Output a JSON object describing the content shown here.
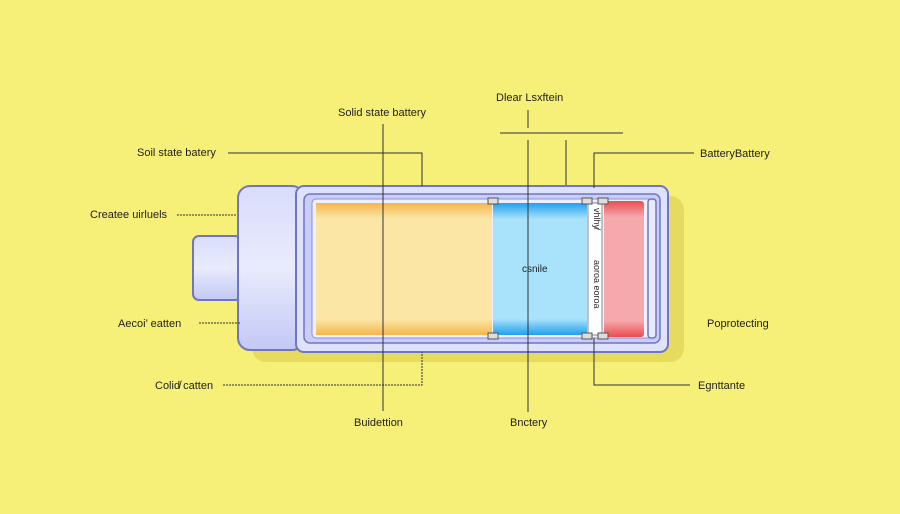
{
  "background_color": "#f6ef78",
  "labels": {
    "top_center": "Solid state battery",
    "top_right": "Dlear Lsxftein",
    "left_1": "Soil state batery",
    "left_2": "Createe uirluels",
    "left_3": "Aecoi’ eatten",
    "left_4": "Colid̸ catten",
    "right_1": "BatteryBattery",
    "right_2": "Poprotecting",
    "right_3": "Egnttante",
    "bottom_1": "Buidettion",
    "bottom_2": "Bnctery",
    "center": "csnile",
    "separator_vertical_1": "vhlhy̸",
    "separator_vertical_2": "aoroa eoroa"
  },
  "colors": {
    "casing": "#b9bff3",
    "casing_edge": "#6f75c4",
    "anode": "#f6bd55",
    "electrolyte": "#2aa7f0",
    "cathode": "#ef5a5a",
    "leader_line": "#333333"
  }
}
